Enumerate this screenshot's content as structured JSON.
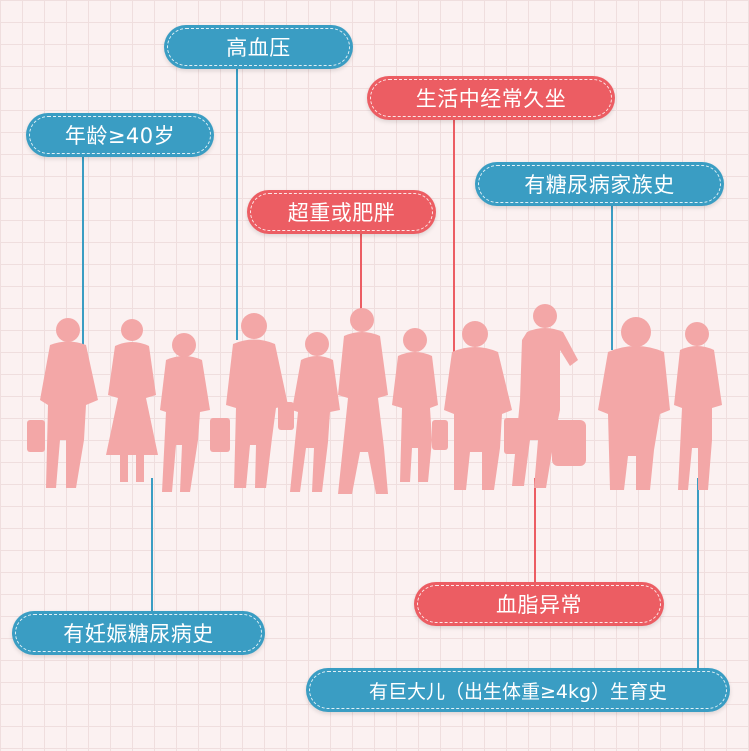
{
  "colors": {
    "blue_tag": "#3a9dc3",
    "red_tag": "#ec5d63",
    "silhouette": "#f3a7a7",
    "background": "#fbf1f1"
  },
  "tags": {
    "age": "年龄≥40岁",
    "hypertension": "高血压",
    "overweight": "超重或肥胖",
    "sedentary": "生活中经常久坐",
    "family_history": "有糖尿病家族史",
    "gestational_diabetes": "有妊娠糖尿病史",
    "dyslipidemia": "血脂异常",
    "macrosomia": "有巨大儿（出生体重≥4kg）生育史"
  }
}
